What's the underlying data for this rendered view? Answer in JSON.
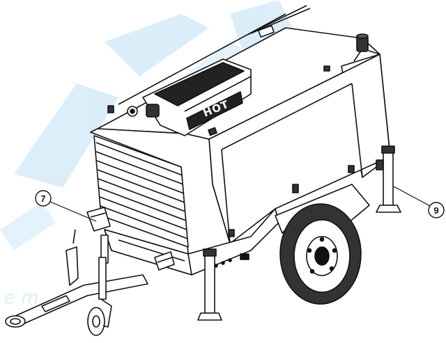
{
  "diagram": {
    "decal_text": "HOT",
    "callouts": [
      {
        "label": "7",
        "target": "left-jack-stand-handle"
      },
      {
        "label": "9",
        "target": "right-jack-stand"
      }
    ],
    "watermark_fragment": "e m"
  },
  "colors": {
    "line": "#111111",
    "panel": "#ffffff",
    "grille": "#222222",
    "watermark": "#bfe0f5"
  }
}
